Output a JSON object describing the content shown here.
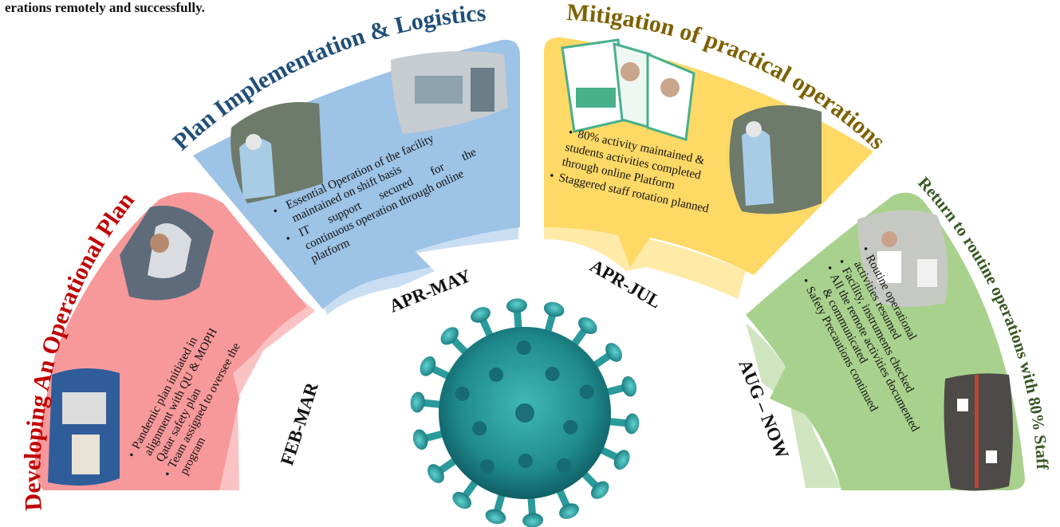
{
  "header": {
    "text": "erations remotely and successfully."
  },
  "colors": {
    "red": "#f7999a",
    "red_light": "#fbc2c3",
    "blue": "#9dc3e6",
    "blue_light": "#c9def2",
    "yellow": "#ffd966",
    "yellow_light": "#ffeaa8",
    "green": "#a9d18e",
    "green_light": "#cfe5bf",
    "title_red": "#c00000",
    "title_blue": "#1f4e79",
    "title_gold": "#7f6000",
    "title_green": "#385723",
    "virus": "#2e9c9c"
  },
  "phases": [
    {
      "id": "phase-1",
      "title": "Developing An Operational Plan",
      "period": "FEB-MAR",
      "bullets": [
        "Pandemic plan initiated in",
        "alignment with QU & MOPH",
        "Qatar safety plan",
        "Team assigned to oversee the",
        "program"
      ]
    },
    {
      "id": "phase-2",
      "title": "Plan Implementation & Logistics",
      "period": "APR-MAY",
      "bullets": [
        "Essential Operation of the facility",
        "maintained on shift basis",
        "IT support secured for the",
        "continuous operation through online",
        "platform"
      ]
    },
    {
      "id": "phase-3",
      "title": "Mitigation of practical operations",
      "period": "APR-JUL",
      "bullets": [
        "80% activity maintained &",
        "students activities completed",
        "through online Platform",
        "Staggered staff rotation planned"
      ]
    },
    {
      "id": "phase-4",
      "title": "Return to routine operations with 80% Staff",
      "period": "AUG – NOW",
      "bullets": [
        "Routine operational",
        "activities resumed",
        "Facility, instruments checked",
        "All the remote activities documented",
        "& communicated",
        "Safety Precautions continued"
      ]
    }
  ]
}
